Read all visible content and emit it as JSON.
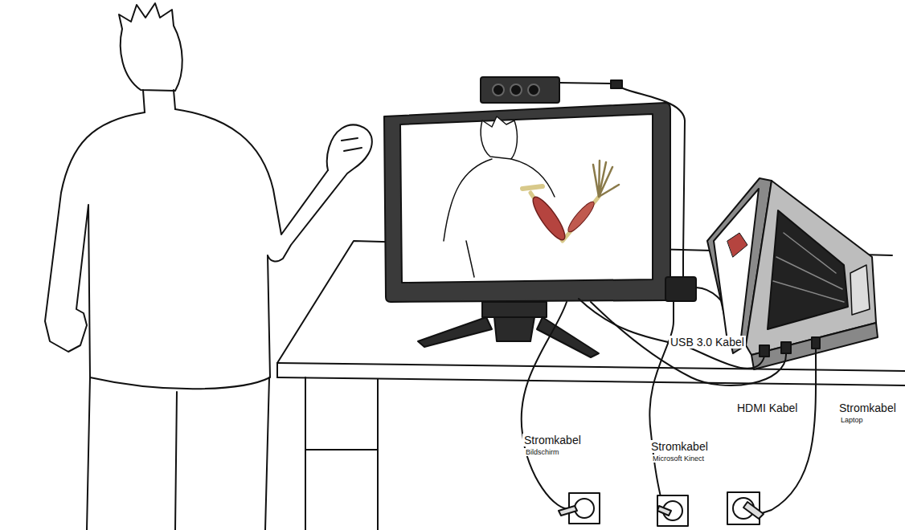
{
  "diagram": {
    "labels": [
      "USB 3.0 Kabel",
      "HDMI Kabel",
      "Stromkabel",
      "Laptop",
      "Stromkabel",
      "Bildschirm",
      "Stromkabel",
      "Microsoft Kinect"
    ]
  }
}
